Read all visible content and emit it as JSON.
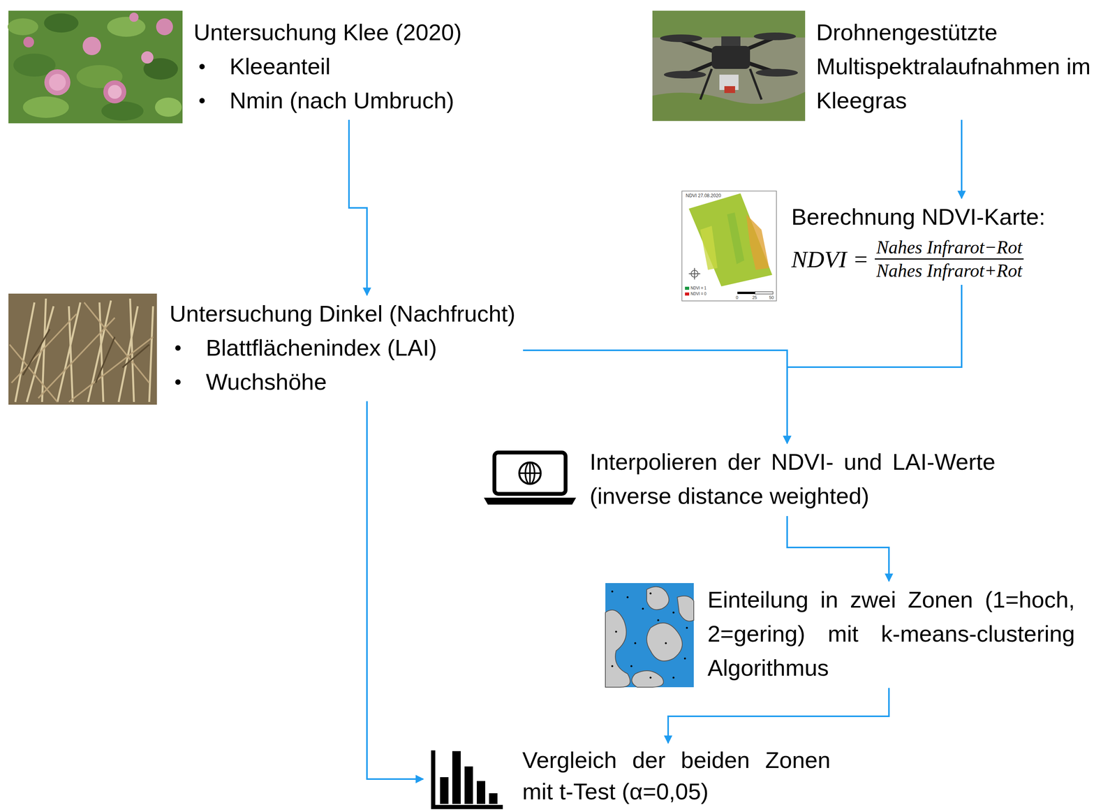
{
  "diagram": {
    "nodes": [
      {
        "text": [
          "Untersuchung Klee (2020)",
          "Kleeanteil",
          "Nmin (nach Umbruch)"
        ]
      },
      {
        "text": [
          "Drohnengestützte Multispektralaufnahmen im Kleegras"
        ]
      },
      {
        "text": [
          "Berechnung NDVI-Karte:",
          "NDVI =",
          "Nahes Infrarot−Rot",
          "Nahes Infrarot+Rot"
        ]
      },
      {
        "text": [
          "Untersuchung Dinkel (Nachfrucht)",
          "Blattflächenindex (LAI)",
          "Wuchshöhe"
        ]
      },
      {
        "text": [
          "Interpolieren der NDVI- und LAI-Werte (inverse distance weighted)"
        ]
      },
      {
        "text": [
          "Einteilung in zwei Zonen (1=hoch, 2=gering) mit k-means-clustering Algorithmus"
        ]
      },
      {
        "text": [
          "Vergleich der beiden Zonen mit t-Test (α=0,05)"
        ]
      }
    ],
    "edges": [
      {
        "from": 0,
        "to": 3,
        "arrow": "to"
      },
      {
        "from": 1,
        "to": 2,
        "arrow": "to"
      },
      {
        "from": 3,
        "to": 4,
        "arrow": "to"
      },
      {
        "from": 2,
        "to": 4,
        "arrow": "to"
      },
      {
        "from": 4,
        "to": 5,
        "arrow": "to"
      },
      {
        "from": 5,
        "to": 6,
        "arrow": "to"
      },
      {
        "from": 3,
        "to": 6,
        "arrow": "to"
      }
    ],
    "labels": [
      "NDVI 27.08.2020",
      "0",
      "25",
      "50"
    ],
    "legend": [
      {
        "text": "NDVI = 1",
        "color": "#1a9641"
      },
      {
        "text": "NDVI = 0",
        "color": "#d7191c"
      }
    ]
  }
}
